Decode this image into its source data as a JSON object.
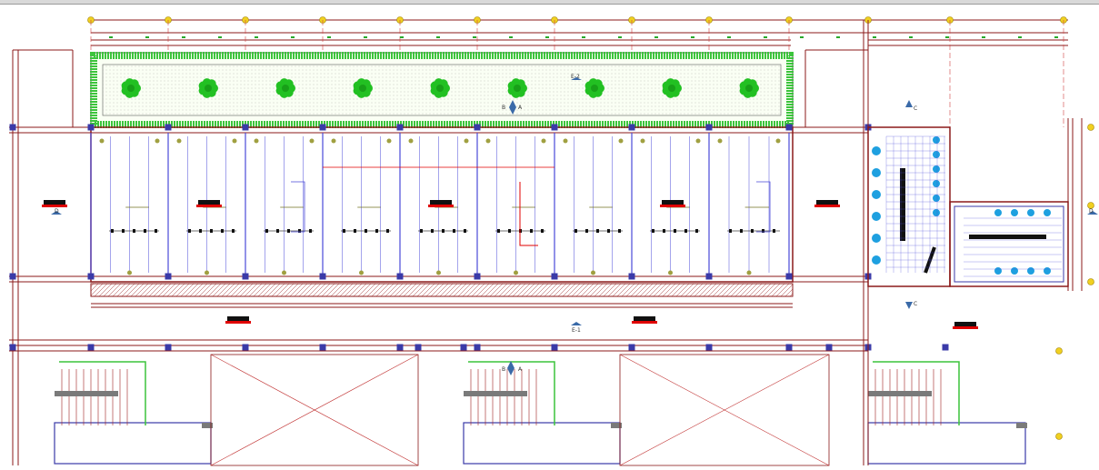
{
  "drawing": {
    "type": "architectural floor plan (CAD)",
    "section_marks": {
      "e2": "E-2",
      "e1": "E-1",
      "b_top": "B",
      "b_bottom": "B",
      "a_top": "A",
      "a_bottom": "A",
      "c_top": "C",
      "c_bottom": "C",
      "d_left": "D",
      "d_right": "D"
    },
    "colors": {
      "wall": "#8b1a1a",
      "grid": "#d04040",
      "column": "#3a3aa8",
      "partition": "#4a4ad8",
      "hedge": "#3cc43c",
      "tree": "#22c022",
      "bubble": "#f0d020",
      "tag": "#e00000",
      "fixture": "#1ea0e0",
      "gray": "#7a7a7a"
    }
  }
}
